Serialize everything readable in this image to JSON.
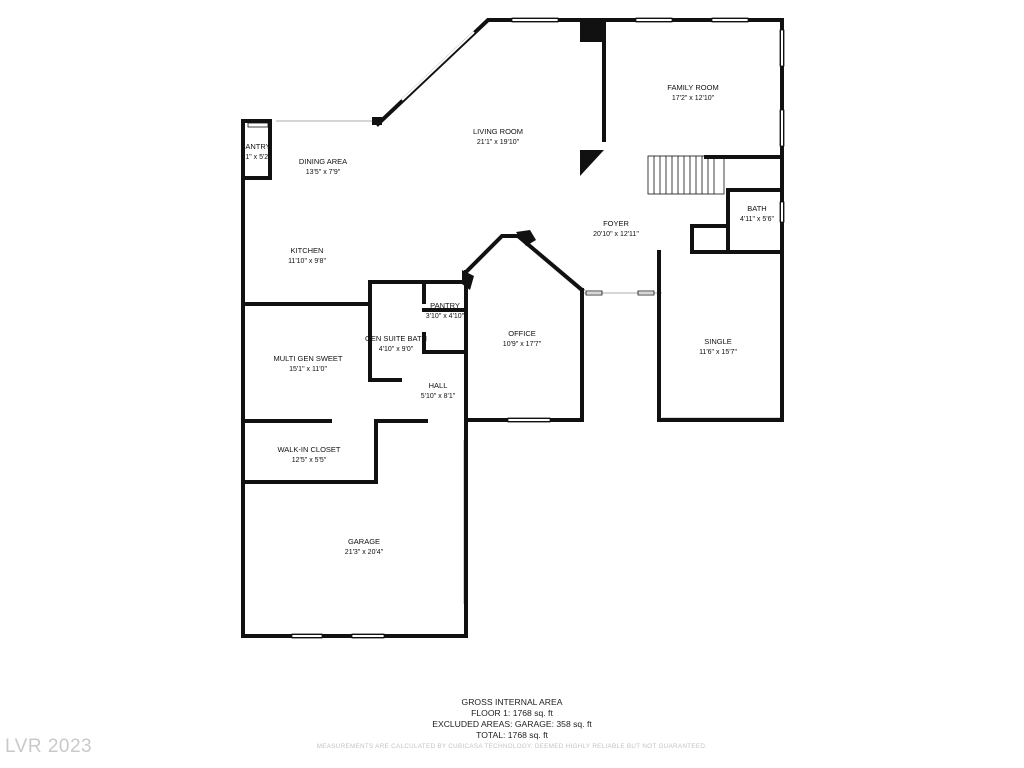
{
  "rooms": {
    "family_room": {
      "name": "FAMILY ROOM",
      "dims": "17'2\" x 12'10\""
    },
    "living_room": {
      "name": "LIVING ROOM",
      "dims": "21'1\" x 19'10\""
    },
    "dining_area": {
      "name": "DINING AREA",
      "dims": "13'5\" x 7'9\""
    },
    "pantry_top": {
      "name": "ANTRY",
      "dims": "1\" x 5'2\""
    },
    "kitchen": {
      "name": "KITCHEN",
      "dims": "11'10\" x 9'8\""
    },
    "foyer": {
      "name": "FOYER",
      "dims": "20'10\" x 12'11\""
    },
    "bath": {
      "name": "BATH",
      "dims": "4'11\" x 5'6\""
    },
    "pantry": {
      "name": "PANTRY",
      "dims": "3'10\" x 4'10\""
    },
    "gen_suite_bath": {
      "name": "GEN SUITE BATH",
      "dims": "4'10\" x 9'0\""
    },
    "office": {
      "name": "OFFICE",
      "dims": "10'9\" x 17'7\""
    },
    "single": {
      "name": "SINGLE",
      "dims": "11'6\" x 15'7\""
    },
    "multi_gen_sweet": {
      "name": "MULTI GEN SWEET",
      "dims": "15'1\" x 11'0\""
    },
    "hall": {
      "name": "HALL",
      "dims": "5'10\" x 8'1\""
    },
    "walk_in_closet": {
      "name": "WALK-IN CLOSET",
      "dims": "12'5\" x 5'5\""
    },
    "garage": {
      "name": "GARAGE",
      "dims": "21'3\" x 20'4\""
    }
  },
  "summary": {
    "title": "GROSS INTERNAL AREA",
    "floor": "FLOOR 1: 1768 sq. ft",
    "excluded": "EXCLUDED AREAS: GARAGE: 358 sq. ft",
    "total": "TOTAL: 1768 sq. ft"
  },
  "disclaimer": "MEASUREMENTS ARE CALCULATED BY CUBICASA TECHNOLOGY. DEEMED HIGHLY RELIABLE BUT NOT GUARANTEED.",
  "watermark": "LVR 2023",
  "colors": {
    "wall": "#111111",
    "window": "#c8c8c8",
    "watermark": "#c9c9c9"
  }
}
